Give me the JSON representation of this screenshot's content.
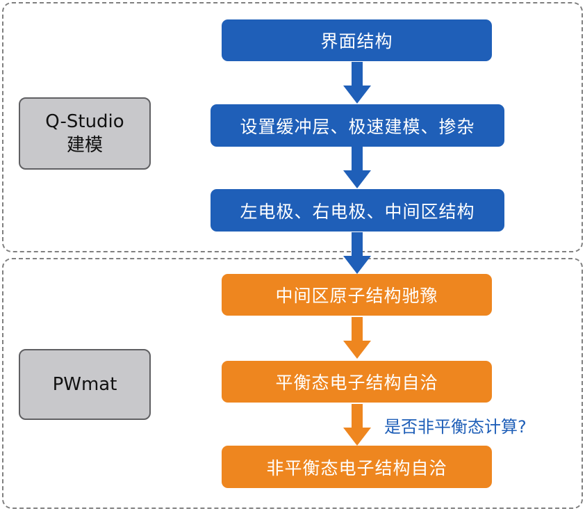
{
  "groups": [
    {
      "label": "Q-Studio\n建模",
      "border_color": "#7f7f7f"
    },
    {
      "label": "PWmat",
      "border_color": "#7f7f7f"
    }
  ],
  "steps": [
    {
      "text": "界面结构",
      "color": "#1f5fb8"
    },
    {
      "text": "设置缓冲层、极速建模、掺杂",
      "color": "#1f5fb8"
    },
    {
      "text": "左电极、右电极、中间区结构",
      "color": "#1f5fb8"
    },
    {
      "text": "中间区原子结构驰豫",
      "color": "#ee861f"
    },
    {
      "text": "平衡态电子结构自洽",
      "color": "#ee861f"
    },
    {
      "text": "非平衡态电子结构自洽",
      "color": "#ee861f"
    }
  ],
  "decision_note": {
    "text": "是否非平衡态计算?",
    "color": "#1f5fb8"
  },
  "colors": {
    "blue": "#1f5fb8",
    "orange": "#ee861f",
    "tool_box": "#c8c8cb"
  }
}
